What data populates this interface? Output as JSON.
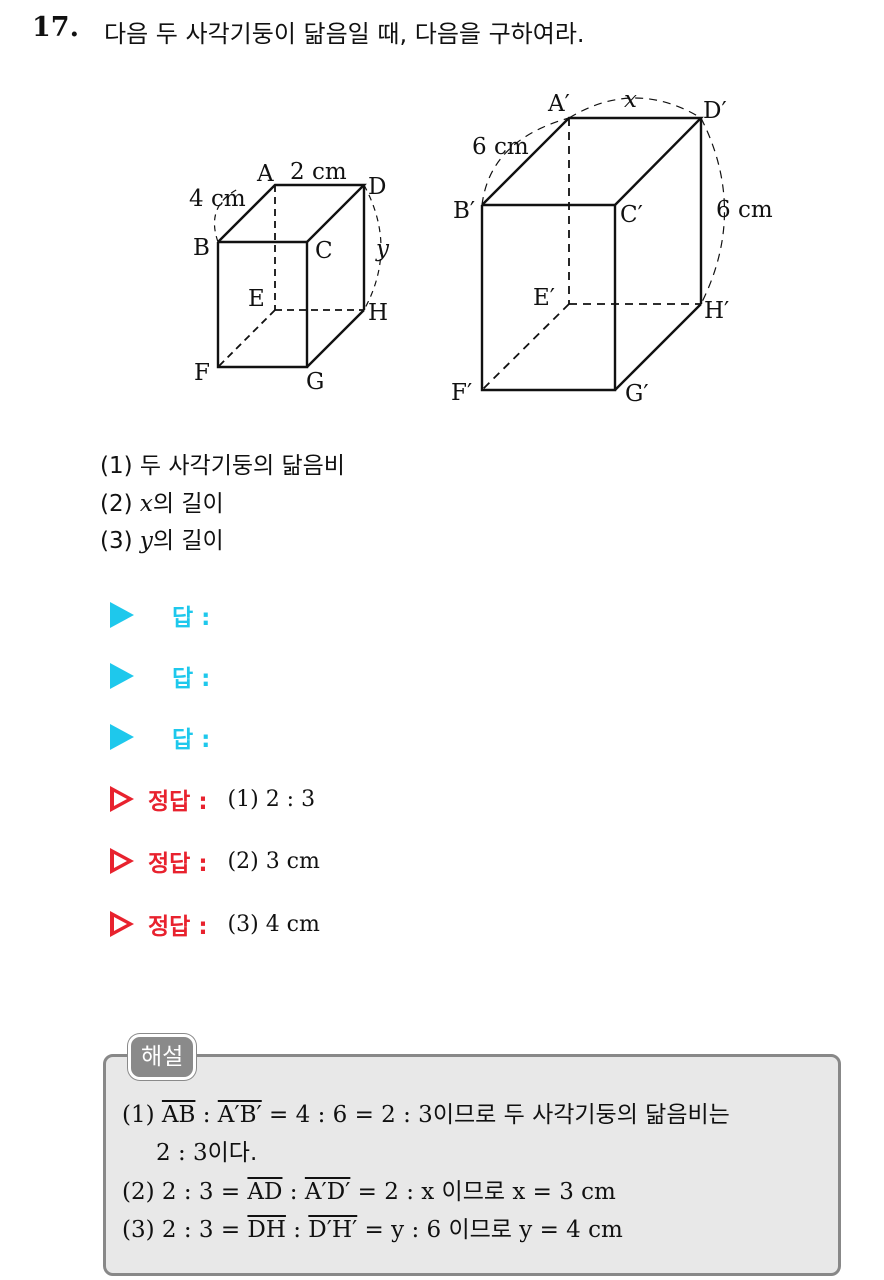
{
  "question": {
    "number": "17.",
    "text": "다음 두 사각기둥이 닮음일 때, 다음을 구하여라."
  },
  "figure": {
    "small": {
      "A": "A",
      "B": "B",
      "C": "C",
      "D": "D",
      "E": "E",
      "F": "F",
      "G": "G",
      "H": "H",
      "ad": "2 cm",
      "ab": "4 cm",
      "dh": "y"
    },
    "large": {
      "A": "A′",
      "B": "B′",
      "C": "C′",
      "D": "D′",
      "E": "E′",
      "F": "F′",
      "G": "G′",
      "H": "H′",
      "ad": "x",
      "ab": "6 cm",
      "dh": "6 cm"
    }
  },
  "subquestions": [
    {
      "num": "(1)",
      "text": "두 사각기둥의 닮음비"
    },
    {
      "num": "(2)",
      "var": "x",
      "text": "의 길이"
    },
    {
      "num": "(3)",
      "var": "y",
      "text": "의 길이"
    }
  ],
  "answer_label": "답 :",
  "answer_key_label": "정답 :",
  "answers": [
    "(1) 2 : 3",
    "(2) 3 cm",
    "(3) 4 cm"
  ],
  "explanation": {
    "tab": "해설",
    "lines": [
      [
        "(1) ",
        "AB",
        " : ",
        "A′B′",
        " = 4 : 6 = 2 : 3",
        "이므로 두 사각기둥의 닮음비는"
      ],
      [
        "2 : 3",
        "이다."
      ],
      [
        "(2) 2 : 3 = ",
        "AD",
        " : ",
        "A′D′",
        " = 2 : x",
        " 이므로 ",
        "x = 3 cm"
      ],
      [
        "(3) 2 : 3 = ",
        "DH",
        " : ",
        "D′H′",
        " = y : 6",
        " 이므로 ",
        "y = 4 cm"
      ]
    ]
  },
  "colors": {
    "answer": "#1ec8ec",
    "answer_key": "#e8222e",
    "explanation_border": "#888888"
  }
}
